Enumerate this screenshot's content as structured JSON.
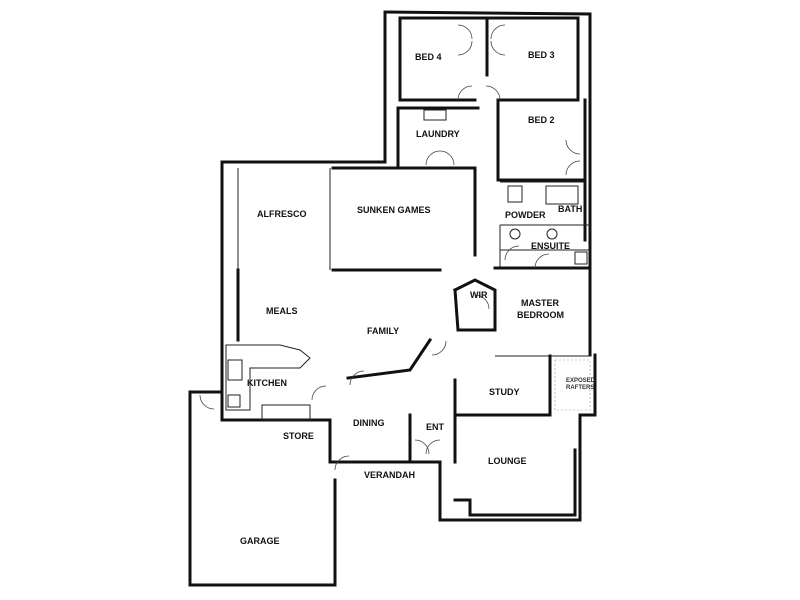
{
  "rooms": {
    "bed4": "BED 4",
    "bed3": "BED 3",
    "bed2": "BED 2",
    "laundry": "LAUNDRY",
    "alfresco": "ALFRESCO",
    "sunken_games": "SUNKEN GAMES",
    "powder": "POWDER",
    "bath": "BATH",
    "ensuite": "ENSUITE",
    "meals": "MEALS",
    "wir": "WIR",
    "master_line1": "MASTER",
    "master_line2": "BEDROOM",
    "family": "FAMILY",
    "kitchen": "KITCHEN",
    "study": "STUDY",
    "exposed_line1": "EXPOSED",
    "exposed_line2": "RAFTERS",
    "store": "STORE",
    "dining": "DINING",
    "ent": "ENT",
    "lounge": "LOUNGE",
    "verandah": "VERANDAH",
    "garage": "GARAGE"
  }
}
